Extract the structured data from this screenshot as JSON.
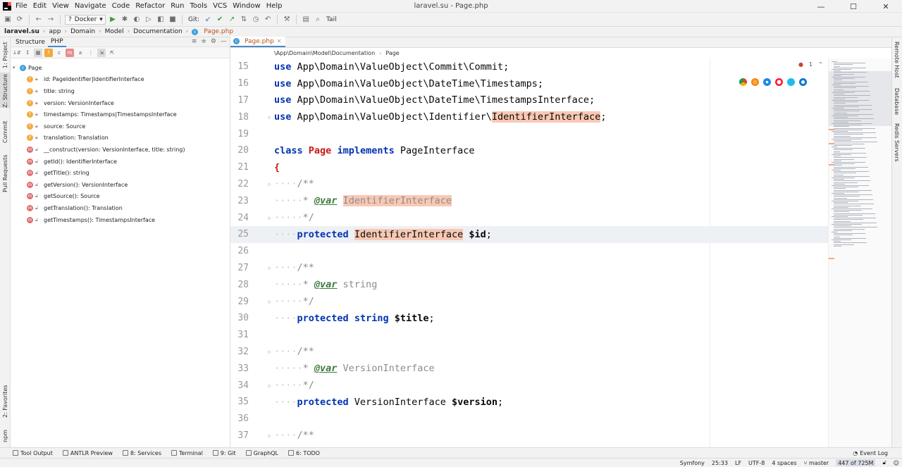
{
  "window": {
    "title": "laravel.su - Page.php",
    "minimize": "—",
    "maximize": "☐",
    "close": "✕"
  },
  "menu": [
    "File",
    "Edit",
    "View",
    "Navigate",
    "Code",
    "Refactor",
    "Run",
    "Tools",
    "VCS",
    "Window",
    "Help"
  ],
  "toolbar": {
    "run_config": "Docker",
    "git_label": "Git:",
    "tail_label": "Tail"
  },
  "nav": {
    "project": "laravel.su",
    "crumbs": [
      "app",
      "Domain",
      "Model",
      "Documentation"
    ],
    "file": "Page.php"
  },
  "left_tabs": [
    "1: Project",
    "Z: Structure",
    "Commit",
    "Pull Requests",
    "2: Favorites",
    "npm"
  ],
  "right_tabs": [
    "Remote Host",
    "Database",
    "Redis Servers"
  ],
  "structure": {
    "tabs": [
      "Structure",
      "PHP"
    ],
    "root": "Page",
    "items": [
      {
        "kind": "f",
        "label": "id: PageIdentifier|IdentifierInterface"
      },
      {
        "kind": "f",
        "label": "title: string"
      },
      {
        "kind": "f",
        "label": "version: VersionInterface"
      },
      {
        "kind": "f",
        "label": "timestamps: Timestamps|TimestampsInterface"
      },
      {
        "kind": "f",
        "label": "source: Source"
      },
      {
        "kind": "f",
        "label": "translation: Translation"
      },
      {
        "kind": "m",
        "label": "__construct(version: VersionInterface, title: string)"
      },
      {
        "kind": "m",
        "label": "getId(): IdentifierInterface"
      },
      {
        "kind": "m",
        "label": "getTitle(): string"
      },
      {
        "kind": "m",
        "label": "getVersion(): VersionInterface"
      },
      {
        "kind": "m",
        "label": "getSource(): Source"
      },
      {
        "kind": "m",
        "label": "getTranslation(): Translation"
      },
      {
        "kind": "m",
        "label": "getTimestamps(): TimestampsInterface"
      }
    ]
  },
  "editor": {
    "tab": "Page.php",
    "breadcrumb": [
      "\\App\\Domain\\Model\\Documentation",
      "Page"
    ],
    "error_count": "1",
    "current_line": 25,
    "lines": [
      {
        "n": "15",
        "code": "use App\\Domain\\ValueObject\\Commit\\Commit;"
      },
      {
        "n": "16",
        "code": "use App\\Domain\\ValueObject\\DateTime\\Timestamps;"
      },
      {
        "n": "17",
        "code": "use App\\Domain\\ValueObject\\DateTime\\TimestampsInterface;"
      },
      {
        "n": "18",
        "code": "use App\\Domain\\ValueObject\\Identifier\\IdentifierInterface;"
      },
      {
        "n": "19",
        "code": ""
      },
      {
        "n": "20",
        "code": "class Page implements PageInterface"
      },
      {
        "n": "21",
        "code": "{"
      },
      {
        "n": "22",
        "code": "    /**"
      },
      {
        "n": "23",
        "code": "     * @var IdentifierInterface"
      },
      {
        "n": "24",
        "code": "     */"
      },
      {
        "n": "25",
        "code": "    protected IdentifierInterface $id;"
      },
      {
        "n": "26",
        "code": ""
      },
      {
        "n": "27",
        "code": "    /**"
      },
      {
        "n": "28",
        "code": "     * @var string"
      },
      {
        "n": "29",
        "code": "     */"
      },
      {
        "n": "30",
        "code": "    protected string $title;"
      },
      {
        "n": "31",
        "code": ""
      },
      {
        "n": "32",
        "code": "    /**"
      },
      {
        "n": "33",
        "code": "     * @var VersionInterface"
      },
      {
        "n": "34",
        "code": "     */"
      },
      {
        "n": "35",
        "code": "    protected VersionInterface $version;"
      },
      {
        "n": "36",
        "code": ""
      },
      {
        "n": "37",
        "code": "    /**"
      }
    ]
  },
  "bottom_tools": [
    "Tool Output",
    "ANTLR Preview",
    "8: Services",
    "Terminal",
    "9: Git",
    "GraphQL",
    "6: TODO"
  ],
  "event_log": "Event Log",
  "status": {
    "framework": "Symfony",
    "position": "25:33",
    "line_sep": "LF",
    "encoding": "UTF-8",
    "indent": "4 spaces",
    "branch": "master",
    "memory": "447 of 725M"
  },
  "colors": {
    "keyword": "#0033b3",
    "class_name": "#c41a16",
    "highlight": "#f9c8b4",
    "accent": "#4a88c7"
  }
}
